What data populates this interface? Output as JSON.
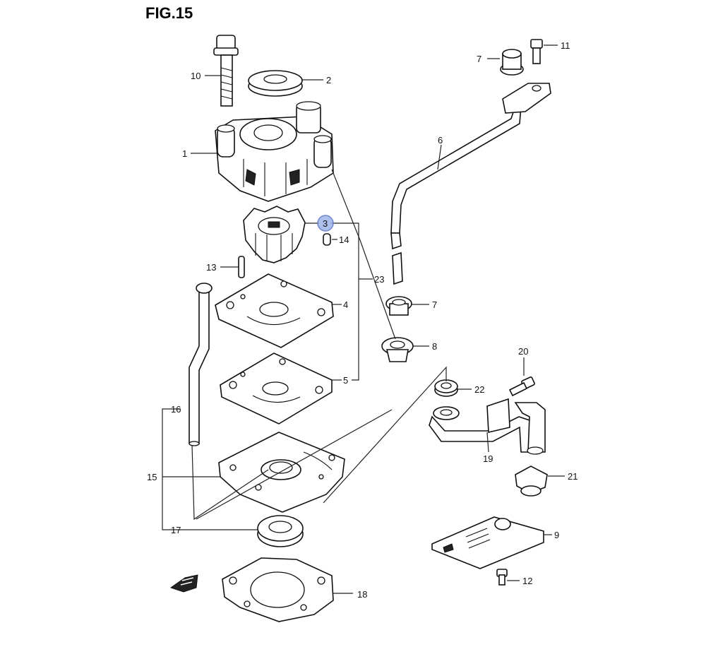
{
  "title": "FIG.15",
  "highlight_color": "#9fb4ea",
  "highlighted_callout": "3",
  "callouts": {
    "c1": "1",
    "c2": "2",
    "c3": "3",
    "c4": "4",
    "c5": "5",
    "c6": "6",
    "c7a": "7",
    "c7b": "7",
    "c8": "8",
    "c9": "9",
    "c10": "10",
    "c11": "11",
    "c12": "12",
    "c13": "13",
    "c14": "14",
    "c15": "15",
    "c16": "16",
    "c17": "17",
    "c18": "18",
    "c19": "19",
    "c20": "20",
    "c21": "21",
    "c22": "22",
    "c23": "23"
  },
  "fwd_icon": "forward-arrow-icon"
}
